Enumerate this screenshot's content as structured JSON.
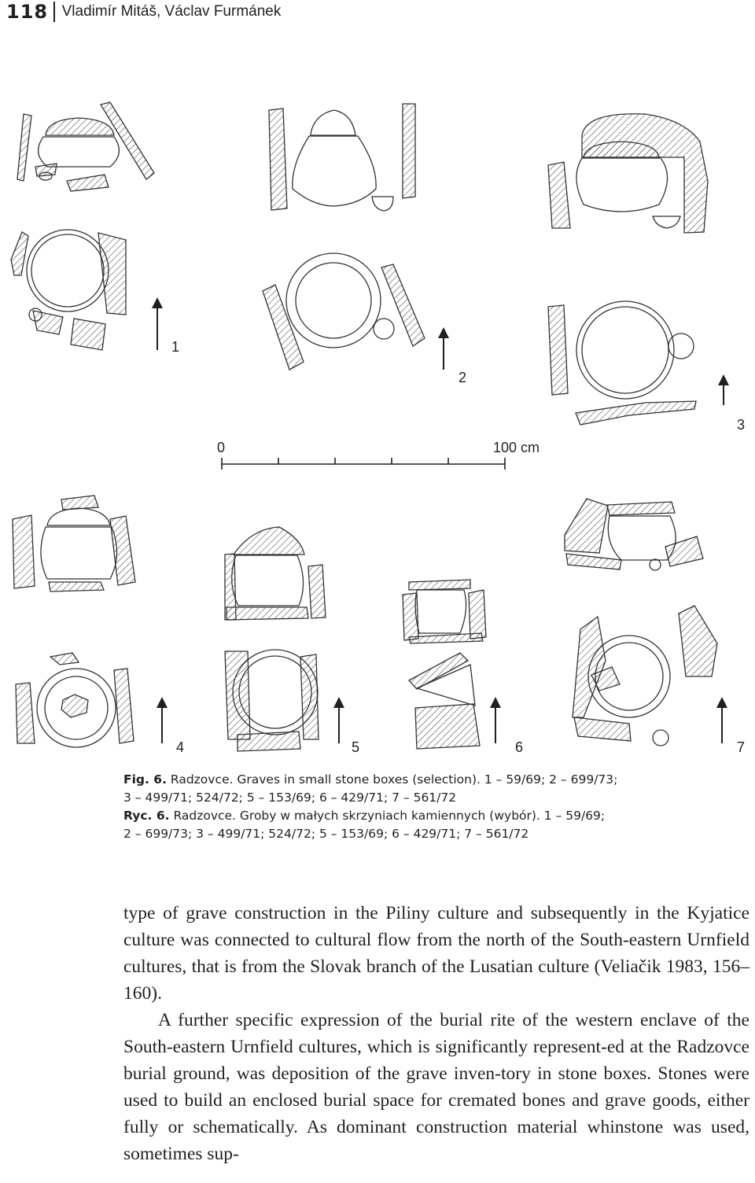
{
  "header": {
    "page_number": "118",
    "authors": "Vladimír Mitáš, Václav Furmánek"
  },
  "figure": {
    "grave_labels": [
      "1",
      "2",
      "3",
      "4",
      "5",
      "6",
      "7"
    ],
    "scale": {
      "start_label": "0",
      "end_label": "100 cm"
    }
  },
  "caption": {
    "en_label": "Fig. 6.",
    "en_text_line1": "Radzovce. Graves in small stone boxes (selection). 1 – 59/69; 2 – 699/73;",
    "en_text_line2": "3 – 499/71; 524/72; 5 – 153/69; 6 – 429/71; 7 – 561/72",
    "pl_label": "Ryc. 6.",
    "pl_text_line1": "Radzovce. Groby w małych skrzyniach kamiennych (wybór). 1 – 59/69;",
    "pl_text_line2": "2 – 699/73; 3 – 499/71; 524/72; 5 – 153/69; 6 – 429/71; 7 – 561/72"
  },
  "body": {
    "paragraph1": "type of grave construction in the Piliny culture and subsequently in the Kyjatice culture was connected to cultural flow from the north of the South-eastern Urnfield cultures, that is from the Slovak branch of the Lusatian culture (Veliačik 1983, 156–160).",
    "paragraph2": "A further specific expression of the burial rite of the western enclave of the South-eastern Urnfield cultures, which is significantly represent-ed at the Radzovce burial ground, was deposition of the grave inven-tory in stone boxes. Stones were used to build an enclosed burial space for cremated bones and grave goods, either fully or schematically. As dominant construction material whinstone was used, sometimes sup-"
  }
}
